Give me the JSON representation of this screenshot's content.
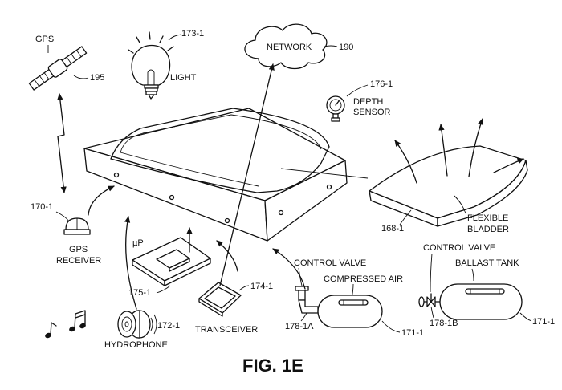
{
  "labels": {
    "gps": "GPS",
    "satellite_ref": "195",
    "light_ref": "173-1",
    "light": "LIGHT",
    "network": "NETWORK",
    "network_ref": "190",
    "depth_ref": "176-1",
    "depth_sensor_line1": "DEPTH",
    "depth_sensor_line2": "SENSOR",
    "receiver_ref": "170-1",
    "receiver_line1": "GPS",
    "receiver_line2": "RECEIVER",
    "microprocessor": "µP",
    "microprocessor_ref": "175-1",
    "transceiver_ref": "174-1",
    "transceiver": "TRANSCEIVER",
    "hydrophone_ref": "172-1",
    "hydrophone": "HYDROPHONE",
    "control_valve_a": "CONTROL VALVE",
    "compressed_air": "COMPRESSED AIR",
    "valve_a_ref": "178-1A",
    "tank_a_ref": "171-1",
    "control_valve_b": "CONTROL VALVE",
    "ballast_tank": "BALLAST TANK",
    "valve_b_ref": "178-1B",
    "tank_b_ref": "171-1",
    "bladder_ref": "168-1",
    "bladder_line1": "FLEXIBLE",
    "bladder_line2": "BLADDER",
    "caption": "FIG. 1E"
  }
}
